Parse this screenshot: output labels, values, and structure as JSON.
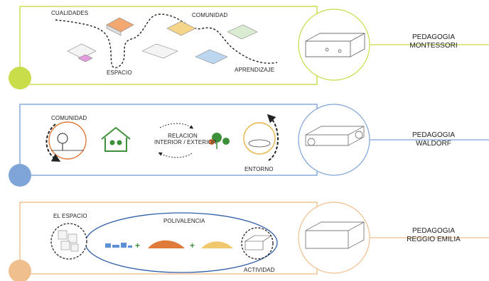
{
  "sections": [
    {
      "id": "montessori",
      "accent": "#c9dc4a",
      "pedagogy": [
        "PEDAGOGIA",
        "MONTESSORI"
      ],
      "labels": {
        "cualidades": "CUALIDADES",
        "comunidad": "COMUNIDAD",
        "espacio": "ESPACIO",
        "aprendizaje": "APRENDIZAJE"
      }
    },
    {
      "id": "waldorf",
      "accent": "#7ea4d8",
      "pedagogy": [
        "PEDAGOGIA",
        "WALDORF"
      ],
      "labels": {
        "comunidad": "COMUNIDAD",
        "relacion": [
          "RELACION",
          "INTERIOR / EXTERIOR"
        ],
        "entorno": "ENTORNO"
      }
    },
    {
      "id": "reggio",
      "accent": "#f0bf8e",
      "pedagogy": [
        "PEDAGOGIA",
        "REGGIO EMILIA"
      ],
      "labels": {
        "el_espacio": "EL ESPACIO",
        "polivalencia": "POLIVALENCIA",
        "actividad": "ACTIVIDAD"
      }
    }
  ]
}
